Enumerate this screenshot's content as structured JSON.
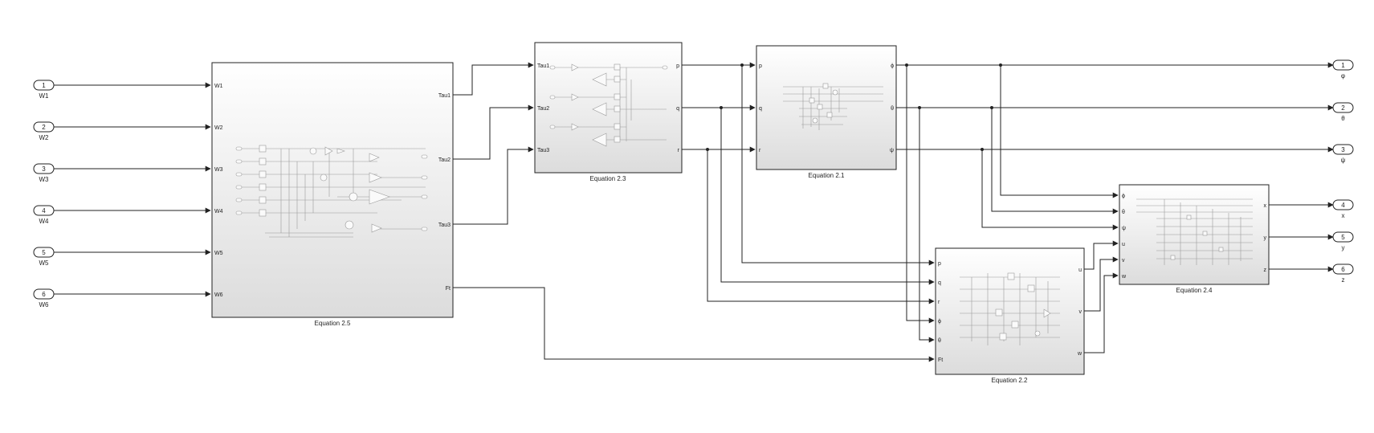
{
  "model": {
    "inports": [
      {
        "number": "1",
        "label": "W1"
      },
      {
        "number": "2",
        "label": "W2"
      },
      {
        "number": "3",
        "label": "W3"
      },
      {
        "number": "4",
        "label": "W4"
      },
      {
        "number": "5",
        "label": "W5"
      },
      {
        "number": "6",
        "label": "W6"
      }
    ],
    "outports": [
      {
        "number": "1",
        "label": "φ"
      },
      {
        "number": "2",
        "label": "θ"
      },
      {
        "number": "3",
        "label": "ψ"
      },
      {
        "number": "4",
        "label": "x"
      },
      {
        "number": "5",
        "label": "y"
      },
      {
        "number": "6",
        "label": "z"
      }
    ],
    "blocks": {
      "eq25": {
        "title": "Equation 2.5",
        "inputs": [
          "W1",
          "W2",
          "W3",
          "W4",
          "W5",
          "W6"
        ],
        "outputs": [
          "Tau1",
          "Tau2",
          "Tau3",
          "Ft"
        ]
      },
      "eq23": {
        "title": "Equation 2.3",
        "inputs": [
          "Tau1",
          "Tau2",
          "Tau3"
        ],
        "outputs": [
          "p",
          "q",
          "r"
        ]
      },
      "eq21": {
        "title": "Equation 2.1",
        "inputs": [
          "p",
          "q",
          "r"
        ],
        "outputs": [
          "ϕ",
          "θ",
          "ψ"
        ]
      },
      "eq22": {
        "title": "Equation 2.2",
        "inputs": [
          "p",
          "q",
          "r",
          "ϕ",
          "θ",
          "Ft"
        ],
        "outputs": [
          "u",
          "v",
          "w"
        ]
      },
      "eq24": {
        "title": "Equation 2.4",
        "inputs": [
          "ϕ",
          "θ",
          "ψ",
          "u",
          "v",
          "w"
        ],
        "outputs": [
          "x",
          "y",
          "z"
        ]
      }
    }
  }
}
